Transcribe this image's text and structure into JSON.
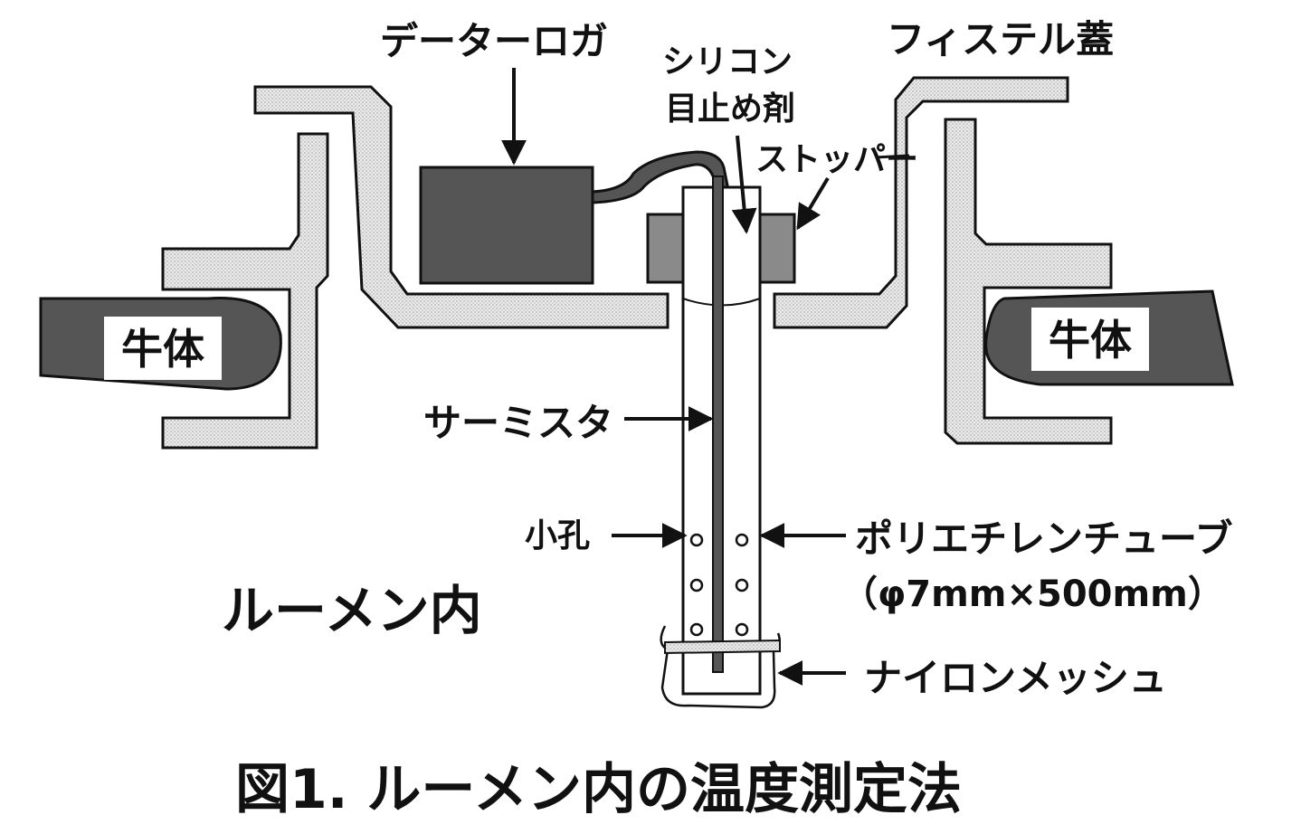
{
  "labels": {
    "data_logger": "データーロガ",
    "silicone": "シリコン",
    "sealant": "目止め剤",
    "stopper": "ストッパー",
    "fistula_lid": "フィステル蓋",
    "cow_body_left": "牛体",
    "cow_body_right": "牛体",
    "thermistor": "サーミスタ",
    "small_hole": "小孔",
    "tube": "ポリエチレンチューブ",
    "tube_size": "（φ7mm×500mm）",
    "rumen_inside": "ルーメン内",
    "nylon_mesh": "ナイロンメッシュ"
  },
  "caption": "図1. ルーメン内の温度測定法",
  "colors": {
    "dark_fill": "#555555",
    "stipple_fill": "#e4e4e4",
    "stroke": "#111111"
  }
}
